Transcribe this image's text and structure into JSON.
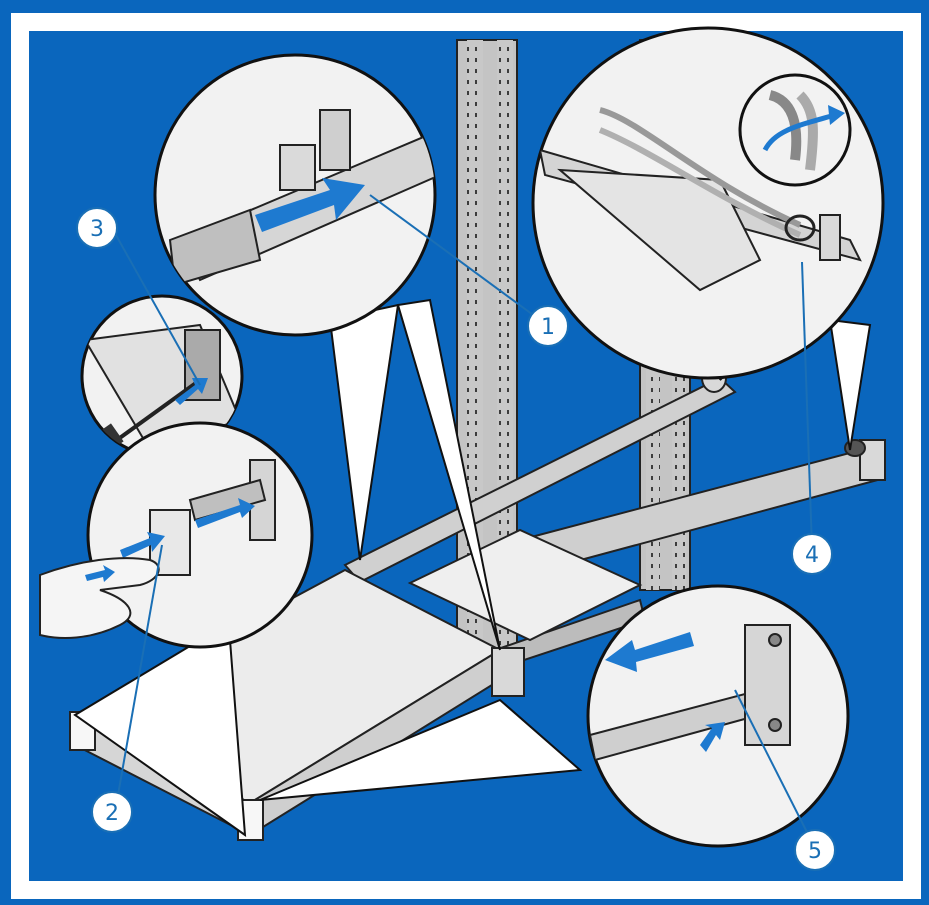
{
  "colors": {
    "outer_blue": "#0a66bd",
    "frame_white": "#ffffff",
    "metal_light": "#e4e4e4",
    "metal_mid": "#bdbdbd",
    "metal_dark": "#7c7c7c",
    "arrow_blue": "#1e7ad0",
    "callout_blue": "#1a6fb5",
    "outline": "#1b1b1b"
  },
  "callouts": [
    {
      "id": "1",
      "label": "1"
    },
    {
      "id": "2",
      "label": "2"
    },
    {
      "id": "3",
      "label": "3"
    },
    {
      "id": "4",
      "label": "4"
    },
    {
      "id": "5",
      "label": "5"
    }
  ],
  "icons": [
    "screwdriver-icon",
    "hand-icon",
    "arrow-icon",
    "rack-post-icon",
    "rail-icon",
    "server-chassis-icon",
    "cable-tie-icon"
  ]
}
